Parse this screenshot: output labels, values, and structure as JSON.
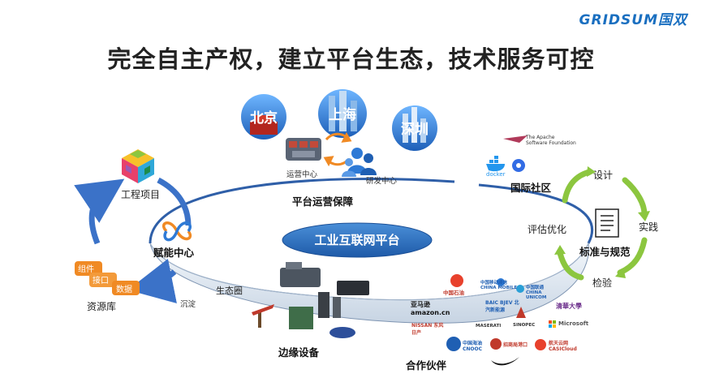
{
  "brand": {
    "logo_text": "GRIDSUM国双"
  },
  "title": "完全自主产权，建立平台生态，技术服务可控",
  "center": {
    "platform": "工业互联网平台",
    "ring_label": "生态圈"
  },
  "cities": [
    "北京",
    "上海",
    "深圳"
  ],
  "ops": {
    "ops_center": "运营中心",
    "rd_center": "研发中心",
    "guarantee": "平台运营保障"
  },
  "left": {
    "engineering": "工程项目",
    "enablement": "赋能中心",
    "resource": "资源库",
    "sediment": "沉淀",
    "blocks": [
      "组件",
      "接口",
      "数据"
    ]
  },
  "edge": {
    "label": "边缘设备"
  },
  "partners_label": "合作伙伴",
  "partner_logos": [
    "中国石油",
    "中国移动通信 CHINA MOBILE",
    "中国联通 CHINA UNICOM",
    "亚马逊 amazon.cn",
    "BAIC BJEV 北汽新能源",
    "清華大學",
    "NISSAN 东风日产",
    "MASERATI",
    "SINOPEC",
    "Microsoft",
    "中国海油 CNOOC",
    "招商局港口",
    "航天云网 CASICloud"
  ],
  "community": {
    "label": "国际社区",
    "apache": "The Apache Software Foundation",
    "docker": "docker"
  },
  "cycle": {
    "design": "设计",
    "practice": "实践",
    "check": "检验",
    "evaluate": "评估优化",
    "standard": "标准与规范"
  }
}
